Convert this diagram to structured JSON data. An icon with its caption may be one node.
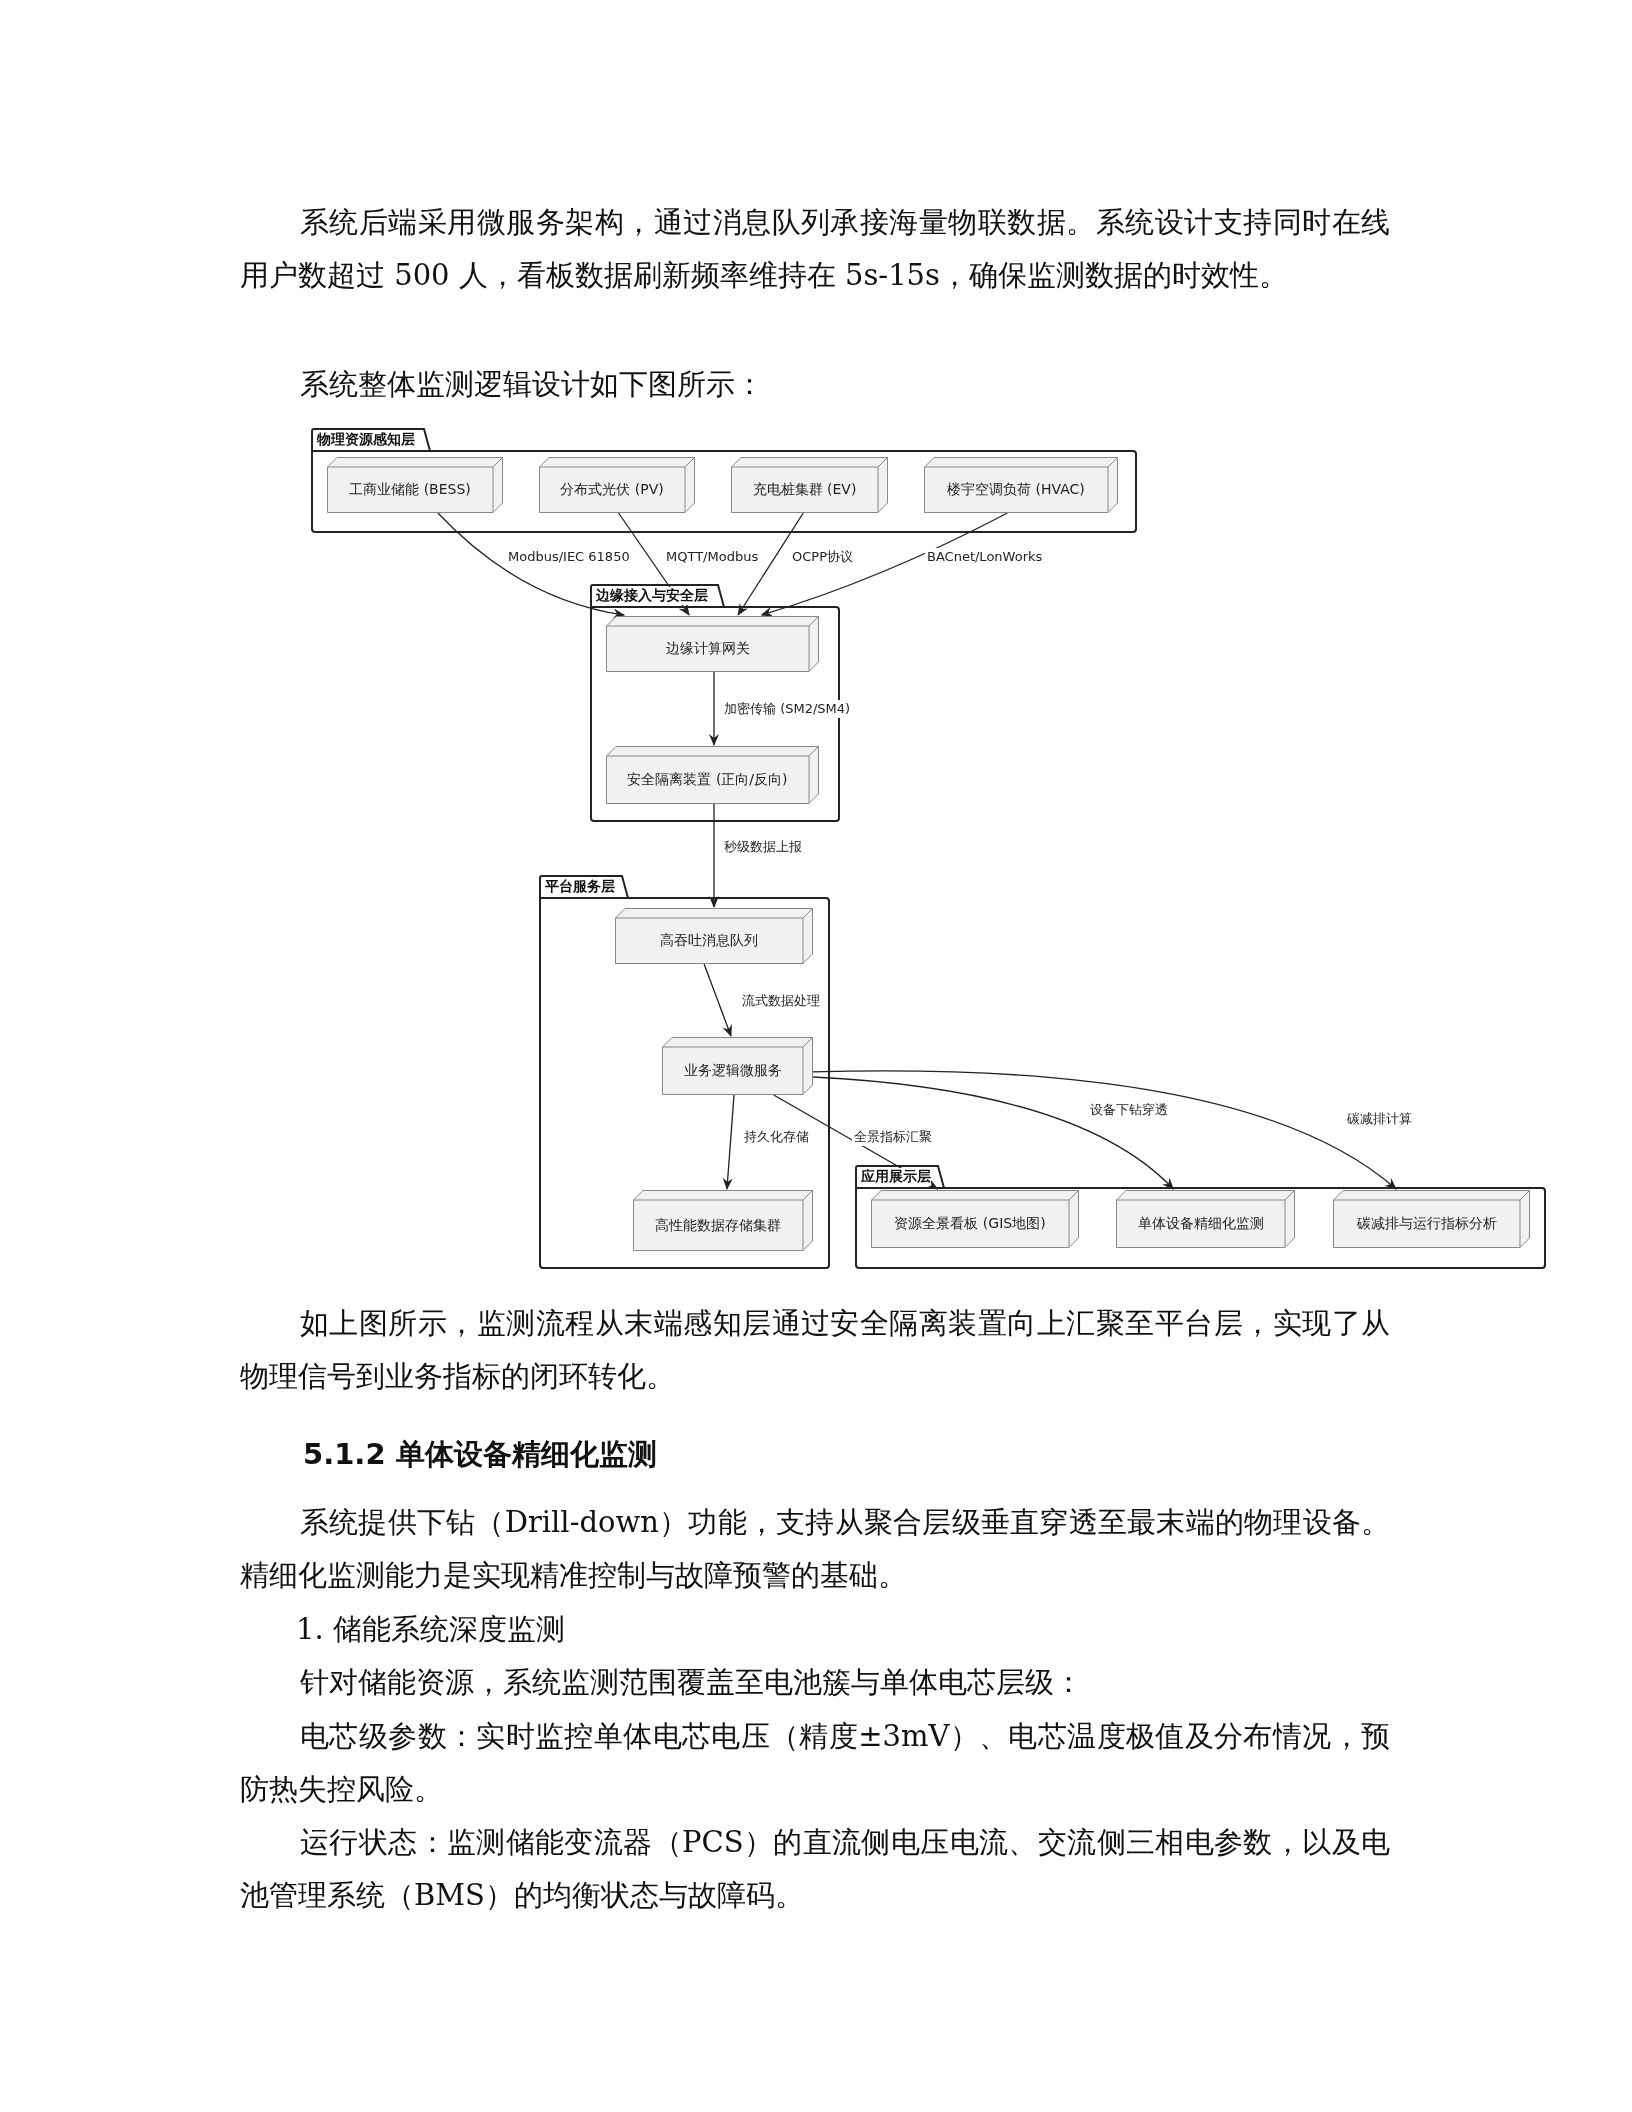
{
  "diagram": {
    "nodes": [
      {
        "text": [
          "物理资源感知层"
        ]
      },
      {
        "text": [
          "工商业储能 (BESS)"
        ],
        "in": 0
      },
      {
        "text": [
          "分布式光伏 (PV)"
        ],
        "in": 0
      },
      {
        "text": [
          "充电桩集群 (EV)"
        ],
        "in": 0
      },
      {
        "text": [
          "楼宇空调负荷 (HVAC)"
        ],
        "in": 0
      },
      {
        "text": [
          "边缘接入与安全层"
        ]
      },
      {
        "text": [
          "边缘计算网关"
        ],
        "in": 5
      },
      {
        "text": [
          "安全隔离装置 (正向/反向)"
        ],
        "in": 5
      },
      {
        "text": [
          "平台服务层"
        ]
      },
      {
        "text": [
          "高吞吐消息队列"
        ],
        "in": 8
      },
      {
        "text": [
          "业务逻辑微服务"
        ],
        "in": 8
      },
      {
        "text": [
          "高性能数据存储集群"
        ],
        "in": 8
      },
      {
        "text": [
          "应用展示层"
        ]
      },
      {
        "text": [
          "资源全景看板 (GIS地图)"
        ],
        "in": 12
      },
      {
        "text": [
          "单体设备精细化监测"
        ],
        "in": 12
      },
      {
        "text": [
          "碳减排与运行指标分析"
        ],
        "in": 12
      }
    ],
    "edges": [
      {
        "from": 1,
        "to": 6,
        "arrow": "to",
        "label": "Modbus/IEC 61850"
      },
      {
        "from": 2,
        "to": 6,
        "arrow": "to",
        "label": "MQTT/Modbus"
      },
      {
        "from": 3,
        "to": 6,
        "arrow": "to",
        "label": "OCPP协议"
      },
      {
        "from": 4,
        "to": 6,
        "arrow": "to",
        "label": "BACnet/LonWorks"
      },
      {
        "from": 6,
        "to": 7,
        "arrow": "to",
        "label": "加密传输 (SM2/SM4)"
      },
      {
        "from": 7,
        "to": 9,
        "arrow": "to",
        "label": "秒级数据上报"
      },
      {
        "from": 9,
        "to": 10,
        "arrow": "to",
        "label": "流式数据处理"
      },
      {
        "from": 10,
        "to": 11,
        "arrow": "to",
        "label": "持久化存储"
      },
      {
        "from": 10,
        "to": 13,
        "arrow": "to",
        "label": "全景指标汇聚"
      },
      {
        "from": 10,
        "to": 14,
        "arrow": "to",
        "label": "设备下钻穿透"
      },
      {
        "from": 10,
        "to": 15,
        "arrow": "to",
        "label": "碳减排计算"
      }
    ],
    "labels": [
      "系统后端采用微服务架构，通过消息队列承接海量物联数据。系统设计支持同时在线用户数超过 500 人，看板数据刷新频率维持在 5s-15s，确保监测数据的时效性。",
      "系统整体监测逻辑设计如下图所示：",
      "如上图所示，监测流程从末端感知层通过安全隔离装置向上汇聚至平台层，实现了从物理信号到业务指标的闭环转化。",
      "5.1.2 单体设备精细化监测",
      "系统提供下钻（Drill-down）功能，支持从聚合层级垂直穿透至最末端的物理设备。精细化监测能力是实现精准控制与故障预警的基础。",
      "1.  储能系统深度监测",
      "针对储能资源，系统监测范围覆盖至电池簇与单体电芯层级：",
      "电芯级参数：实时监控单体电芯电压（精度±3mV）、电芯温度极值及分布情况，预防热失控风险。",
      "运行状态：监测储能变流器（PCS）的直流侧电压电流、交流侧三相电参数，以及电池管理系统（BMS）的均衡状态与故障码。"
    ]
  }
}
